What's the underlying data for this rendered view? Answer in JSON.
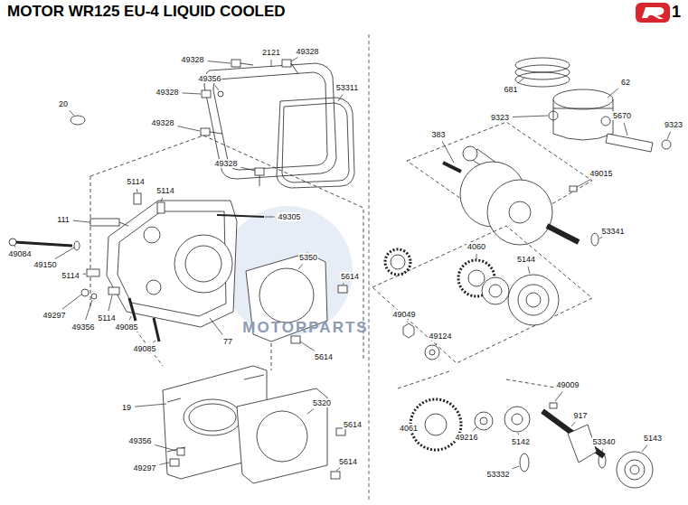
{
  "diagram": {
    "title": "MOTOR WR125 EU-4 LIQUID COOLED",
    "labels": [
      "1",
      "49328",
      "2121",
      "49328",
      "49328",
      "49356",
      "53311",
      "20",
      "49328",
      "49328",
      "5114",
      "5114",
      "49305",
      "111",
      "49084",
      "49150",
      "5114",
      "5350",
      "5614",
      "49297",
      "49356",
      "5114",
      "49085",
      "49085",
      "77",
      "5614",
      "19",
      "5320",
      "5614",
      "49356",
      "49297",
      "5614",
      "681",
      "62",
      "9323",
      "5670",
      "9323",
      "383",
      "49015",
      "53341",
      "4060",
      "5144",
      "49049",
      "49124",
      "49009",
      "917",
      "4061",
      "49216",
      "5142",
      "53340",
      "5143",
      "53332",
      "MOTORPARTS"
    ]
  }
}
